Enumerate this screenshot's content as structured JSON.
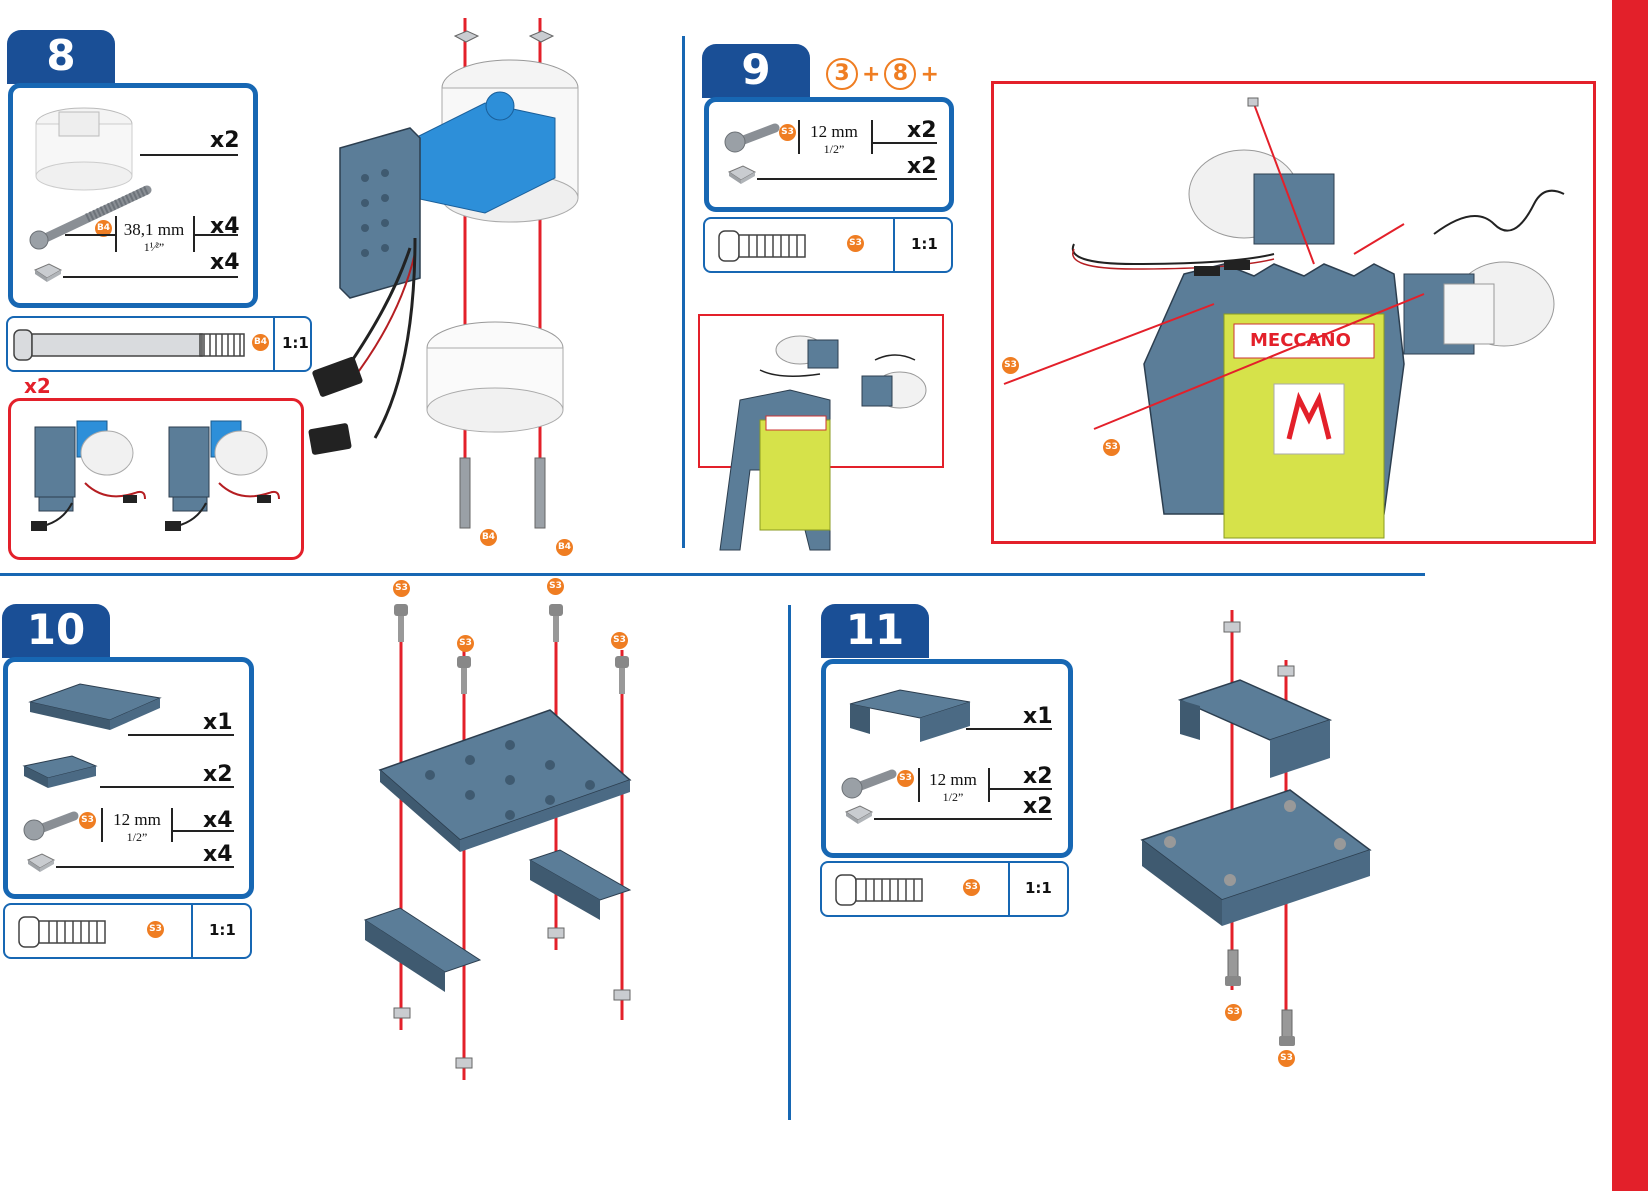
{
  "step8": {
    "number": "8",
    "parts": [
      {
        "icon": "servo-housing-icon",
        "qty": "x2"
      },
      {
        "icon": "long-bolt-icon",
        "badge": "B4",
        "length": "38,1 mm",
        "length_imperial": "1¹⁄²”",
        "qty": "x4"
      },
      {
        "icon": "square-nut-icon",
        "qty": "x4"
      }
    ],
    "scale_badge": "B4",
    "scale_ratio": "1:1",
    "repeat_qty": "x2",
    "callout_badges": [
      "B4",
      "B4"
    ]
  },
  "step9": {
    "number": "9",
    "prereq_steps": [
      "3",
      "8"
    ],
    "prereq_plus": "+",
    "parts": [
      {
        "icon": "short-bolt-icon",
        "badge": "S3",
        "length": "12 mm",
        "length_imperial": "1/2”",
        "qty": "x2"
      },
      {
        "icon": "square-nut-icon",
        "qty": "x2"
      }
    ],
    "scale_badge": "S3",
    "scale_ratio": "1:1",
    "callout_badges": [
      "S3",
      "S3"
    ]
  },
  "step10": {
    "number": "10",
    "parts": [
      {
        "icon": "plate-icon",
        "qty": "x1"
      },
      {
        "icon": "bracket-icon",
        "qty": "x2"
      },
      {
        "icon": "short-bolt-icon",
        "badge": "S3",
        "length": "12 mm",
        "length_imperial": "1/2”",
        "qty": "x4"
      },
      {
        "icon": "square-nut-icon",
        "qty": "x4"
      }
    ],
    "scale_badge": "S3",
    "scale_ratio": "1:1",
    "callout_badges": [
      "S3",
      "S3",
      "S3",
      "S3"
    ]
  },
  "step11": {
    "number": "11",
    "parts": [
      {
        "icon": "u-bracket-icon",
        "qty": "x1"
      },
      {
        "icon": "short-bolt-icon",
        "badge": "S3",
        "length": "12 mm",
        "length_imperial": "1/2”",
        "qty": "x2"
      },
      {
        "icon": "square-nut-icon",
        "qty": "x2"
      }
    ],
    "scale_badge": "S3",
    "scale_ratio": "1:1",
    "callout_badges": [
      "S3",
      "S3"
    ]
  },
  "colors": {
    "blue": "#1767b3",
    "navy": "#1a4f96",
    "red": "#e3202a",
    "orange": "#ef7d22",
    "part_steel": "#5b7d98"
  }
}
